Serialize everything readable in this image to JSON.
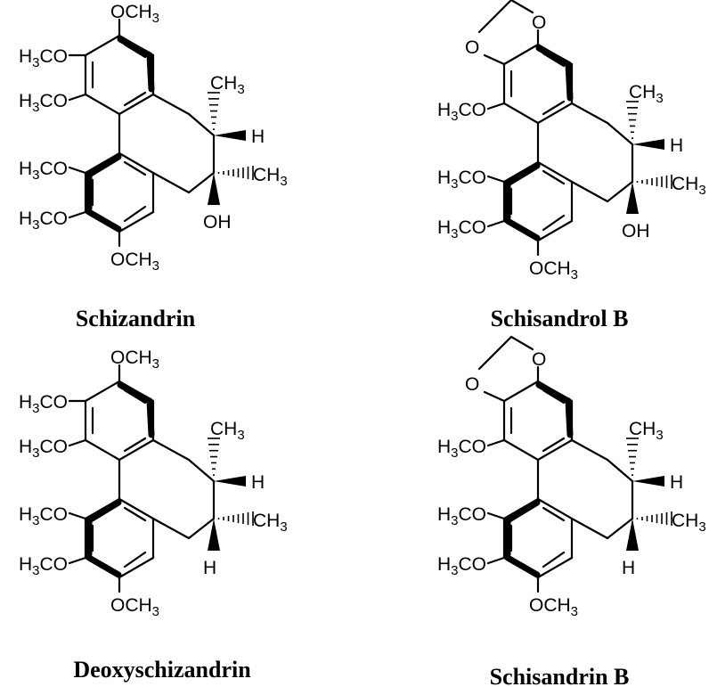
{
  "compounds": [
    {
      "name": "Schizandrin",
      "top_group": "OCH3",
      "sub_groups": [
        "H3CO",
        "H3CO"
      ],
      "lower_groups": [
        "H3CO",
        "H3CO"
      ],
      "bottom_group": "OCH3",
      "methyl_top": "CH3",
      "h_label": "H",
      "methyl_right": "CH3",
      "bottom_sub": "OH",
      "methylenedioxy": false
    },
    {
      "name": "Schisandrol B",
      "ring_o_top": "O",
      "ring_o_left": "O",
      "sub_groups": [
        "H3CO"
      ],
      "lower_groups": [
        "H3CO",
        "H3CO"
      ],
      "bottom_group": "OCH3",
      "methyl_top": "CH3",
      "h_label": "H",
      "methyl_right": "CH3",
      "bottom_sub": "OH",
      "methylenedioxy": true
    },
    {
      "name": "Deoxyschizandrin",
      "top_group": "OCH3",
      "sub_groups": [
        "H3CO",
        "H3CO"
      ],
      "lower_groups": [
        "H3CO",
        "H3CO"
      ],
      "bottom_group": "OCH3",
      "methyl_top": "CH3",
      "h_label": "H",
      "methyl_right": "CH3",
      "bottom_sub": "H",
      "methylenedioxy": false
    },
    {
      "name": "Schisandrin B",
      "ring_o_top": "O",
      "ring_o_left": "O",
      "sub_groups": [
        "H3CO"
      ],
      "lower_groups": [
        "H3CO",
        "H3CO"
      ],
      "bottom_group": "OCH3",
      "methyl_top": "CH3",
      "h_label": "H",
      "methyl_right": "CH3",
      "bottom_sub": "H",
      "methylenedioxy": true
    }
  ]
}
